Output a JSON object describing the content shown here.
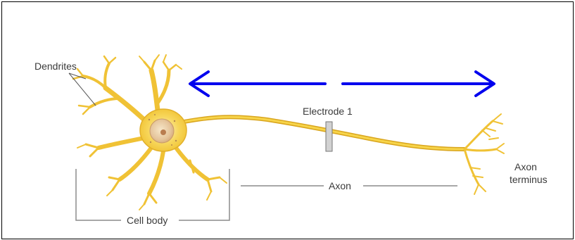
{
  "labels": {
    "dendrites": "Dendrites",
    "electrode": "Electrode 1",
    "axon": "Axon",
    "cell_body": "Cell body",
    "axon_terminus_line1": "Axon",
    "axon_terminus_line2": "terminus"
  },
  "colors": {
    "neuron_fill": "#f6cf3c",
    "neuron_edge": "#d9a51d",
    "arrow": "#0000ee",
    "bracket": "#8c8c8c",
    "electrode_fill": "#d2d2d2"
  },
  "icons": {
    "arrows": "double-headed-arrow-with-gap"
  }
}
